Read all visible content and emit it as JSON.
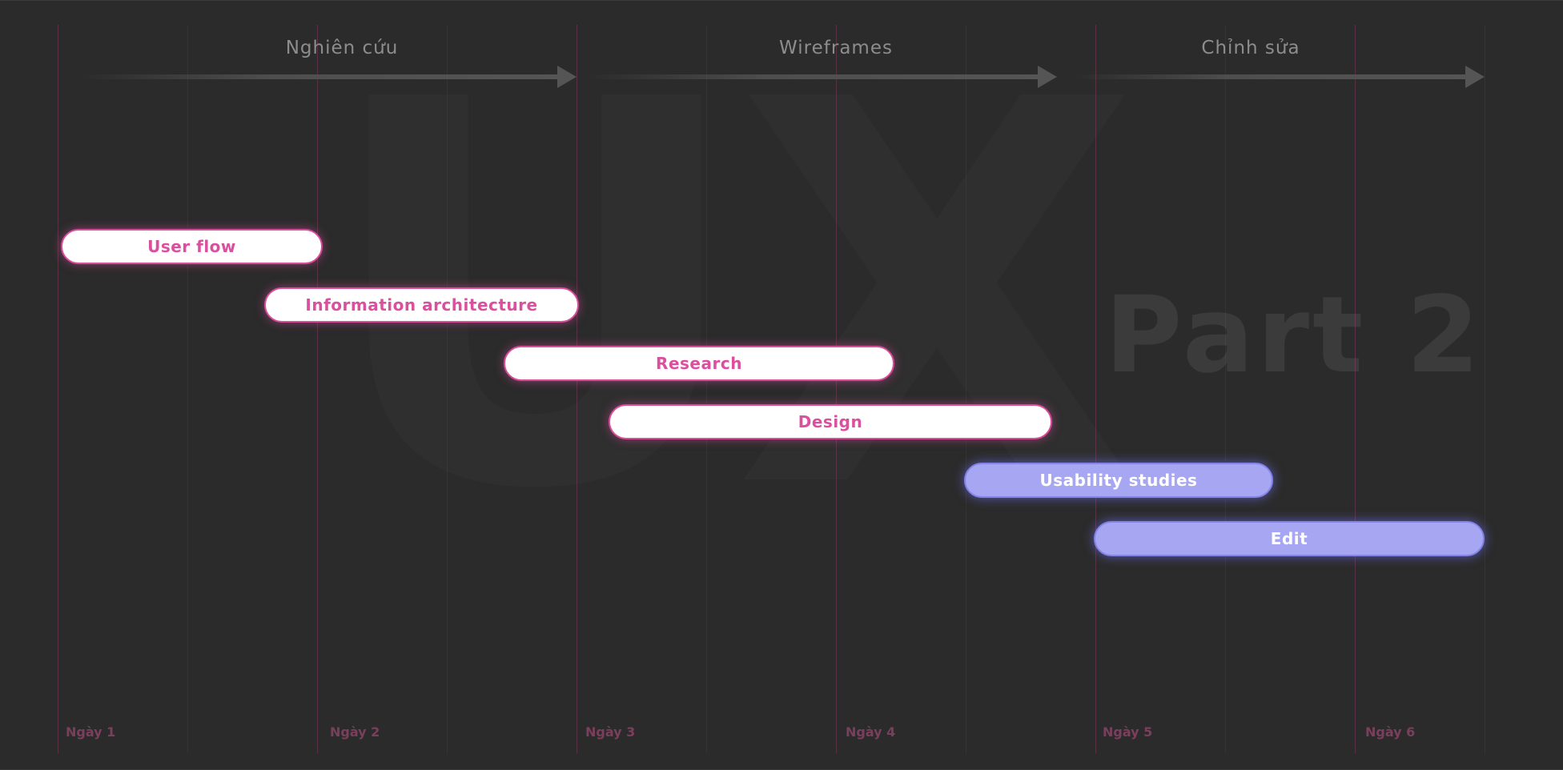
{
  "background": {
    "watermark_text": "UX",
    "part_text": "Part 2"
  },
  "phases": [
    {
      "label": "Nghiên cứu"
    },
    {
      "label": "Wireframes"
    },
    {
      "label": "Chỉnh sửa"
    }
  ],
  "tasks": [
    {
      "label": "User flow",
      "color": "#ffffff",
      "accent": "#db4f9f"
    },
    {
      "label": "Information architecture",
      "color": "#ffffff",
      "accent": "#db4f9f"
    },
    {
      "label": "Research",
      "color": "#ffffff",
      "accent": "#db4f9f"
    },
    {
      "label": "Design",
      "color": "#ffffff",
      "accent": "#db4f9f"
    },
    {
      "label": "Usability studies",
      "color": "#a6a6f3",
      "accent": "#ffffff"
    },
    {
      "label": "Edit",
      "color": "#a6a6f3",
      "accent": "#ffffff"
    }
  ],
  "days": [
    {
      "label": "Ngày 1"
    },
    {
      "label": "Ngày 2"
    },
    {
      "label": "Ngày 3"
    },
    {
      "label": "Ngày 4"
    },
    {
      "label": "Ngày 5"
    },
    {
      "label": "Ngày 6"
    }
  ],
  "colors": {
    "background": "#2b2b2b",
    "pink": "#db4f9f",
    "purple": "#a6a6f3",
    "phase_text": "#8d8d8d",
    "day_text": "#7a3f5d"
  }
}
